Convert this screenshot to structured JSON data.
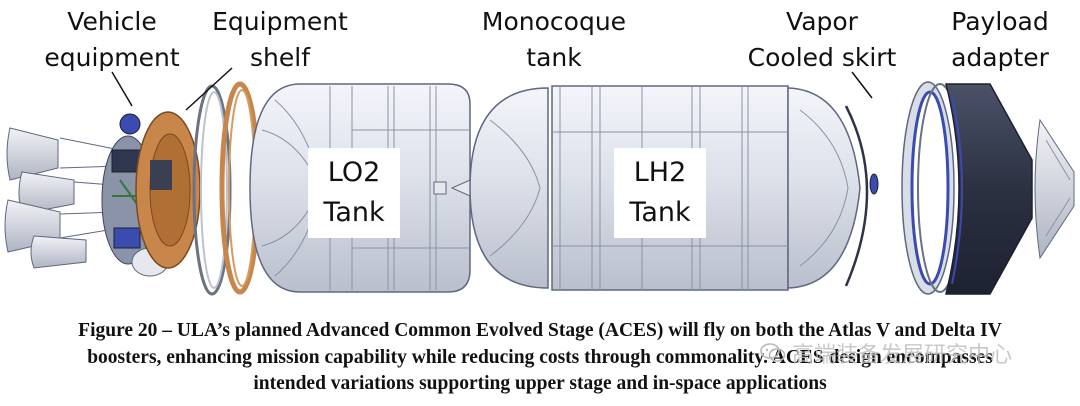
{
  "labels": {
    "vehicle_equipment": [
      "Vehicle",
      "equipment"
    ],
    "equipment_shelf": [
      "Equipment",
      "shelf"
    ],
    "monocoque_tank": [
      "Monocoque",
      "tank"
    ],
    "vapor_cooled_skirt": [
      "Vapor",
      "Cooled skirt"
    ],
    "payload_adapter": [
      "Payload",
      "adapter"
    ]
  },
  "tanks": {
    "lo2": [
      "LO2",
      "Tank"
    ],
    "lh2": [
      "LH2",
      "Tank"
    ]
  },
  "caption": {
    "line1": "Figure 20 – ULA’s planned Advanced Common Evolved Stage (ACES) will fly on both the Atlas V and Delta IV",
    "line2": "boosters, enhancing mission capability while reducing costs through commonality. ACES design encompasses",
    "line3": "intended variations supporting upper stage and in-space applications"
  },
  "watermark": {
    "text": "高端装备发展研究中心",
    "icon": "wechat-icon"
  },
  "colors": {
    "tank_fill": "#dfe3ec",
    "tank_stroke": "#5f6880",
    "shelf_orange": "#c9864a",
    "payload_dark": "#2e3446",
    "ring_blue": "#3b4bb0"
  }
}
